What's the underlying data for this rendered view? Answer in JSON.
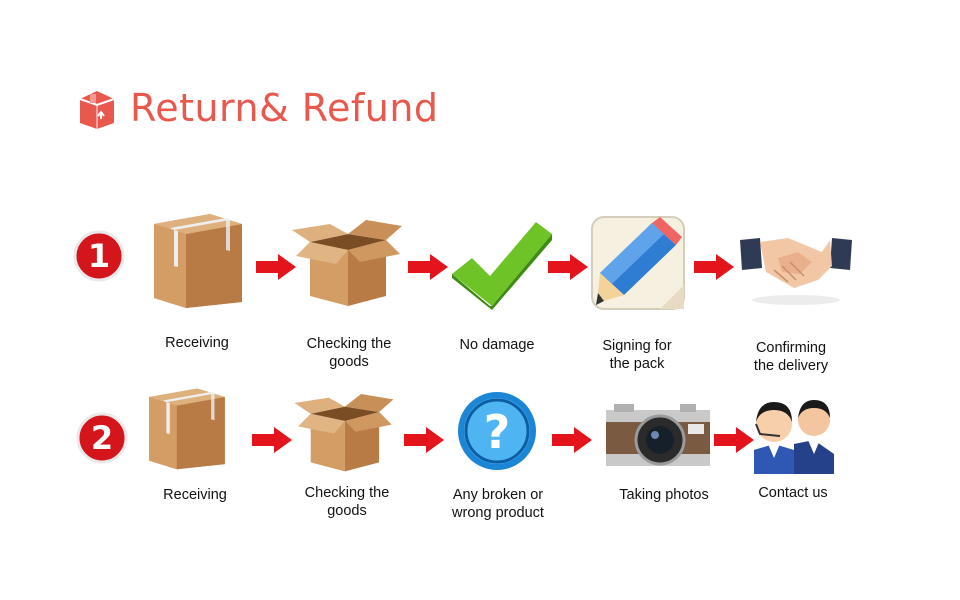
{
  "header": {
    "title": "Return& Refund",
    "icon": "return-box-icon",
    "color": "#e8584d"
  },
  "rows": [
    {
      "badge": "1",
      "steps": [
        {
          "icon": "sealed-box-icon",
          "label": "Receiving"
        },
        {
          "icon": "open-box-icon",
          "label": "Checking the\ngoods"
        },
        {
          "icon": "green-checkmark-icon",
          "label": "No damage"
        },
        {
          "icon": "pencil-sign-icon",
          "label": "Signing for\nthe pack"
        },
        {
          "icon": "handshake-icon",
          "label": "Confirming\nthe delivery"
        }
      ]
    },
    {
      "badge": "2",
      "steps": [
        {
          "icon": "sealed-box-icon",
          "label": "Receiving"
        },
        {
          "icon": "open-box-icon",
          "label": "Checking the\ngoods"
        },
        {
          "icon": "question-mark-icon",
          "label": "Any broken or\nwrong product"
        },
        {
          "icon": "camera-icon",
          "label": "Taking photos"
        },
        {
          "icon": "customer-service-icon",
          "label": "Contact us"
        }
      ]
    }
  ],
  "colors": {
    "badge": "#d4161c",
    "arrow": "#e3141b",
    "box": "#c98f58",
    "check": "#6ec427",
    "question": "#1b86d6"
  }
}
